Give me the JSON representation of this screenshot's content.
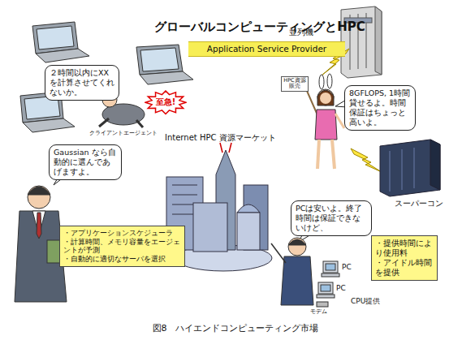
{
  "diagram": {
    "title": "グローバルコンピューティングとHPC",
    "caption": "図8　ハイエンドコンピューティング市場",
    "nodes": [
      {
        "text": [
          "Application Service Provider"
        ]
      },
      {
        "text": [
          "２時間以内にXXを計算させてくれないか。"
        ]
      },
      {
        "text": [
          "至急!"
        ]
      },
      {
        "text": [
          "HPC資源販売"
        ]
      },
      {
        "text": [
          "8GFLOPS, 1時間貸せるよ。時間保証はちょっと高いよ。"
        ]
      },
      {
        "text": [
          "Gaussian なら自動的に選んであげますよ。"
        ]
      },
      {
        "text": [
          "・アプリケーションスケジューラ",
          "・計算時間、メモリ容量をエージェントが予測",
          "・自動的に適切なサーバを選択"
        ]
      },
      {
        "text": [
          "PCは安いよ。終了時間は保証できないけど、"
        ]
      },
      {
        "text": [
          "・提供時間により使用料",
          "・アイドル時間を提供"
        ]
      }
    ],
    "labels": [
      "並列機",
      "クライアントエージェント",
      "Internet HPC 資源マーケット",
      "スーパーコン",
      "PC",
      "モデム",
      "PC",
      "CPU提供"
    ]
  }
}
